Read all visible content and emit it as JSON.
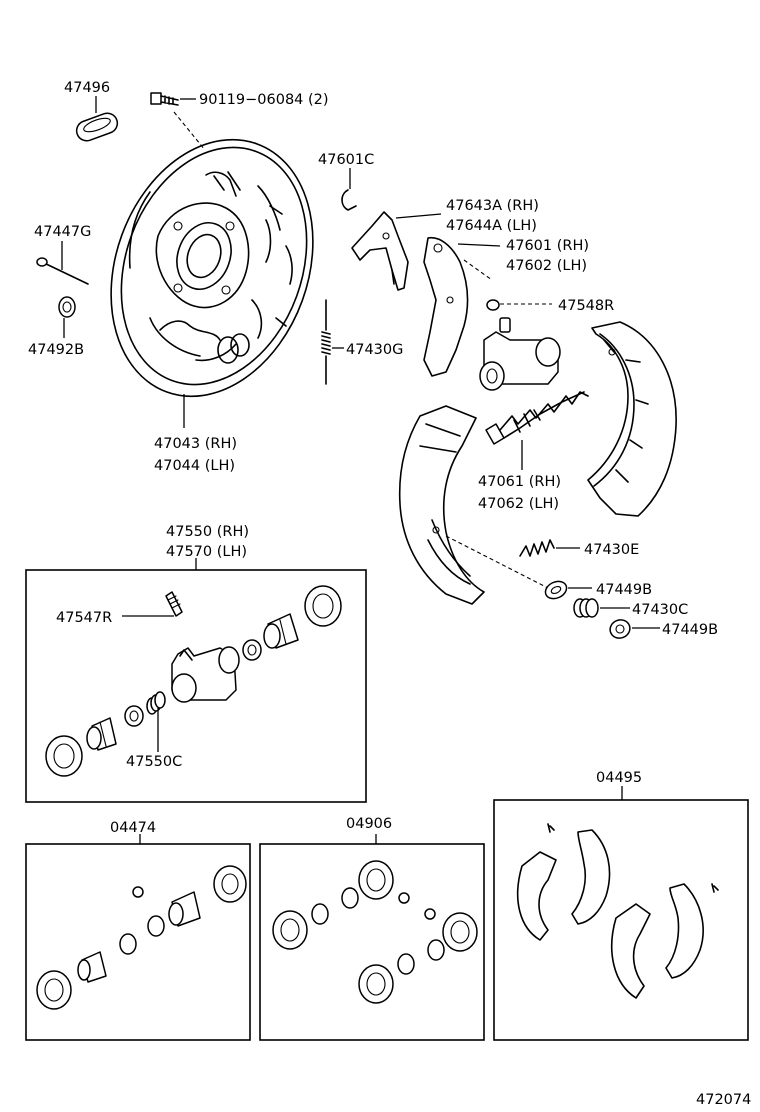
{
  "labels": {
    "p47496": "47496",
    "p90119": "90119−06084 (2)",
    "p47601c": "47601C",
    "p47643a": "47643A (RH)",
    "p47644a": "47644A (LH)",
    "p47447g": "47447G",
    "p47601": "47601 (RH)",
    "p47602": "47602 (LH)",
    "p47548r": "47548R",
    "p47430g": "47430G",
    "p47492b": "47492B",
    "p47043": "47043 (RH)",
    "p47044": "47044 (LH)",
    "p47061": "47061 (RH)",
    "p47062": "47062 (LH)",
    "p47550": "47550 (RH)",
    "p47570": "47570 (LH)",
    "p47430e": "47430E",
    "p47547r": "47547R",
    "p47449b_top": "47449B",
    "p47430c": "47430C",
    "p47449b_bot": "47449B",
    "p47550c": "47550C",
    "p04495": "04495",
    "p04474": "04474",
    "p04906": "04906",
    "diagram_id": "472074"
  }
}
